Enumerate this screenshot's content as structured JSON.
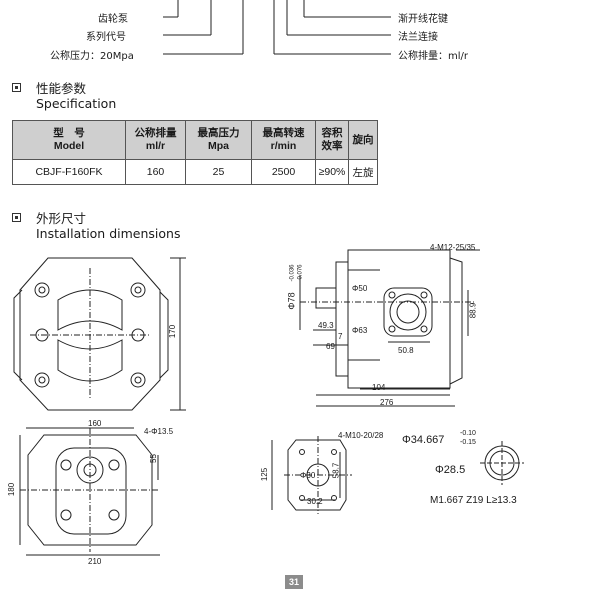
{
  "designation": {
    "left": [
      "齿轮泵",
      "系列代号",
      "公称压力：20Mpa"
    ],
    "right": [
      "渐开线花键",
      "法兰连接",
      "公称排量：ml/r"
    ]
  },
  "section_spec": {
    "title_cn": "性能参数",
    "title_en": "Specification"
  },
  "table": {
    "headers": [
      [
        "型　号",
        "Model"
      ],
      [
        "公称排量",
        "ml/r"
      ],
      [
        "最高压力",
        "Mpa"
      ],
      [
        "最高转速",
        "r/min"
      ],
      [
        "容积",
        "效率"
      ],
      [
        "旋向",
        ""
      ]
    ],
    "rows": [
      [
        "CBJF-F160FK",
        "160",
        "25",
        "2500",
        "≥90%",
        "左旋"
      ]
    ]
  },
  "section_dims": {
    "title_cn": "外形尺寸",
    "title_en": "Installation dimensions"
  },
  "drawing": {
    "front_height": "170",
    "side_threads": "4-M12-25/35",
    "side_shaft_dia": "Φ78",
    "side_shaft_tol_upper": "-0.036",
    "side_shaft_tol_lower": "-0.076",
    "side_d50": "Φ50",
    "side_d63": "Φ63",
    "side_49_3": "49.3",
    "side_7": "7",
    "side_69": "69",
    "side_50_8": "50.8",
    "side_88_9": "88.9",
    "side_104": "104",
    "side_276": "276",
    "bottom_160": "160",
    "bottom_holes": "4-Φ13.5",
    "bottom_55": "55",
    "bottom_180": "180",
    "bottom_210": "210",
    "flange_threads": "4-M10-20/28",
    "flange_125": "125",
    "flange_d30": "Φ30",
    "flange_58_7": "58.7",
    "flange_30_2": "30.2",
    "spline_dia": "Φ34.667",
    "spline_tol_upper": "-0.10",
    "spline_tol_lower": "-0.15",
    "spline_d28_5": "Φ28.5",
    "spline_params": "M1.667  Z19  L≥13.3"
  },
  "page_number": "31"
}
